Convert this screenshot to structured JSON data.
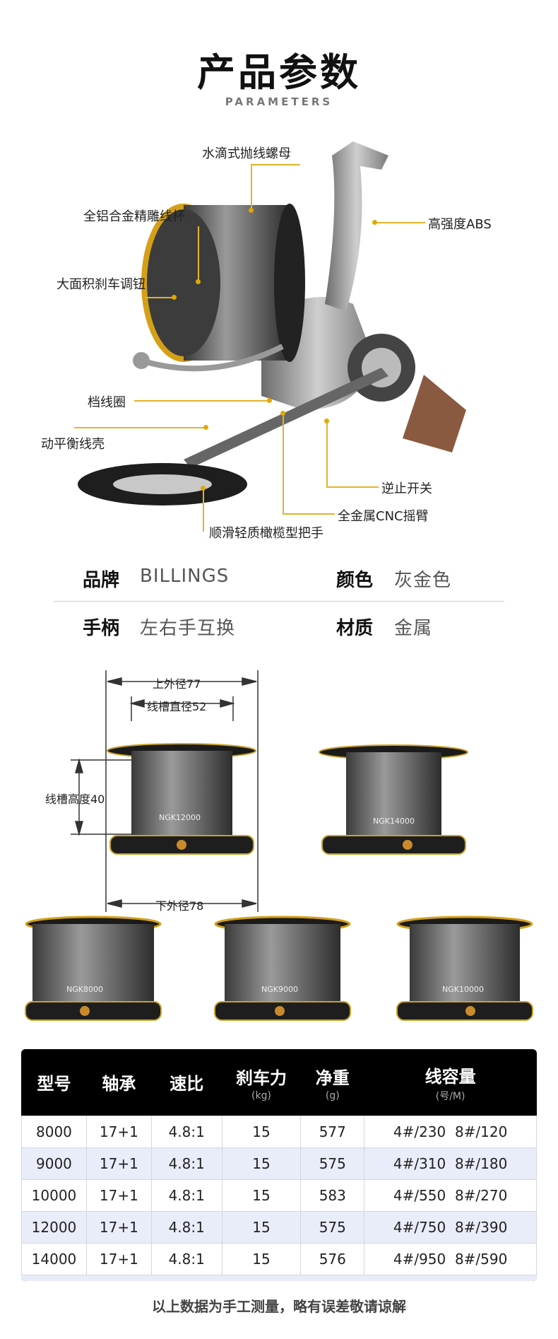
{
  "header": {
    "title": "产品参数",
    "subtitle": "PARAMETERS"
  },
  "callouts": {
    "nut": "水滴式抛线螺母",
    "cup": "全铝合金精雕线杯",
    "drag_knob": "大面积刹车调钮",
    "ring": "档线圈",
    "balance": "动平衡线壳",
    "abs": "高强度ABS",
    "stop": "逆止开关",
    "arm": "全金属CNC摇臂",
    "handle": "顺滑轻质橄榄型把手"
  },
  "specs": {
    "brand_label": "品牌",
    "brand_value": "BILLINGS",
    "color_label": "颜色",
    "color_value": "灰金色",
    "handle_label": "手柄",
    "handle_value": "左右手互换",
    "material_label": "材质",
    "material_value": "金属"
  },
  "dimensions": {
    "top_diameter": "上外径77",
    "groove_diameter": "线槽直径52",
    "groove_height": "线槽高度40",
    "bottom_diameter": "下外径78"
  },
  "spools": [
    "NGK12000",
    "NGK14000",
    "NGK8000",
    "NGK9000",
    "NGK10000"
  ],
  "table": {
    "headers": [
      {
        "label": "型号",
        "unit": ""
      },
      {
        "label": "轴承",
        "unit": ""
      },
      {
        "label": "速比",
        "unit": ""
      },
      {
        "label": "刹车力",
        "unit": "(kg)"
      },
      {
        "label": "净重",
        "unit": "(g)"
      },
      {
        "label": "线容量",
        "unit": "(号/M)"
      }
    ],
    "rows": [
      [
        "8000",
        "17+1",
        "4.8:1",
        "15",
        "577",
        "4#/230  8#/120"
      ],
      [
        "9000",
        "17+1",
        "4.8:1",
        "15",
        "575",
        "4#/310  8#/180"
      ],
      [
        "10000",
        "17+1",
        "4.8:1",
        "15",
        "583",
        "4#/550  8#/270"
      ],
      [
        "12000",
        "17+1",
        "4.8:1",
        "15",
        "575",
        "4#/750  8#/390"
      ],
      [
        "14000",
        "17+1",
        "4.8:1",
        "15",
        "576",
        "4#/950  8#/590"
      ]
    ]
  },
  "footer": "以上数据为手工测量，略有误差敬请谅解",
  "colors": {
    "accent_gold": "#e0a800",
    "table_header_bg": "#000000",
    "alt_row_bg": "#e9ecf9"
  }
}
